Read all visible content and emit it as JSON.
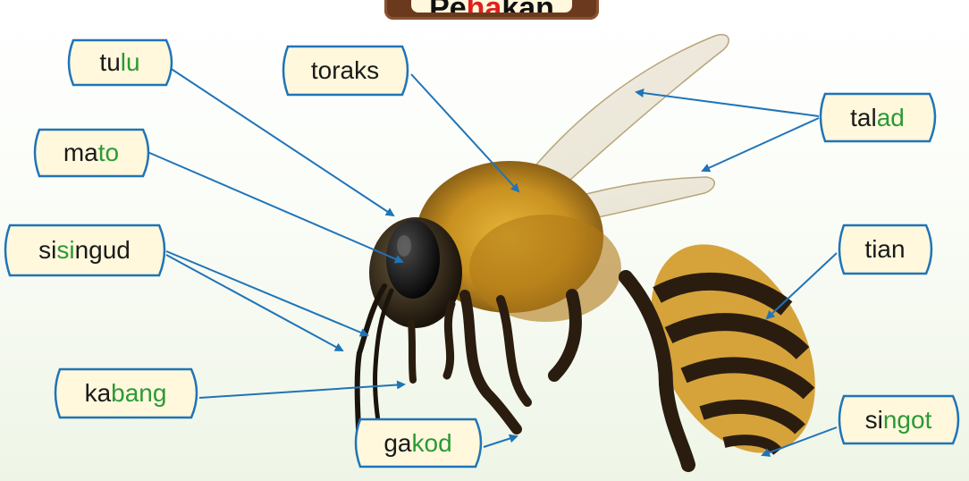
{
  "title": {
    "part1": "Pe",
    "part2": "ha",
    "part3": "kan"
  },
  "colors": {
    "label_text": "#1a1a1a",
    "label_highlight": "#2a9a35",
    "label_fill": "#fff8dc",
    "label_border": "#1f74b8",
    "arrow": "#1f74b8",
    "title_highlight": "#e02020"
  },
  "labels": {
    "tulu": {
      "a": "tu",
      "b": "lu"
    },
    "toraks": {
      "a": "toraks",
      "b": ""
    },
    "talad": {
      "a": "tal",
      "b": "ad"
    },
    "mato": {
      "a": "ma",
      "b": "to"
    },
    "sisingud": {
      "a": "si",
      "b": "si",
      "c": "ngud"
    },
    "tian": {
      "a": "tian",
      "b": ""
    },
    "kabang": {
      "a": "ka",
      "b": "bang"
    },
    "gakod": {
      "a": "ga",
      "b": "kod"
    },
    "singot": {
      "a": "si",
      "b": "ngot"
    }
  }
}
